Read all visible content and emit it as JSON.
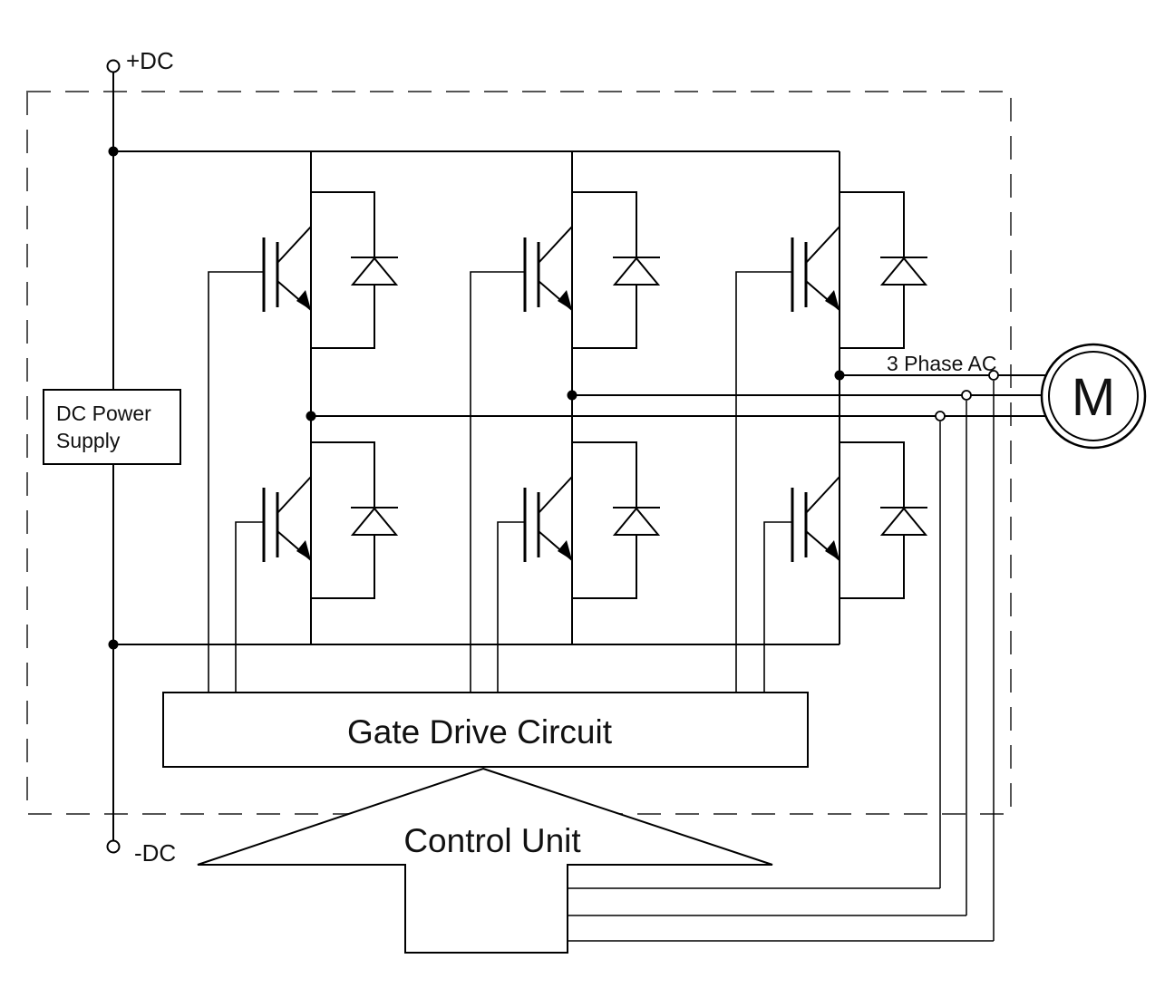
{
  "terminals": {
    "positive": "+DC",
    "negative": "-DC"
  },
  "blocks": {
    "power_supply_line1": "DC Power",
    "power_supply_line2": "Supply",
    "gate_drive": "Gate Drive Circuit",
    "control_unit": "Control Unit"
  },
  "output": {
    "ac_label": "3 Phase AC",
    "motor_symbol": "M"
  },
  "colors": {
    "line": "#000000",
    "background": "#ffffff"
  }
}
